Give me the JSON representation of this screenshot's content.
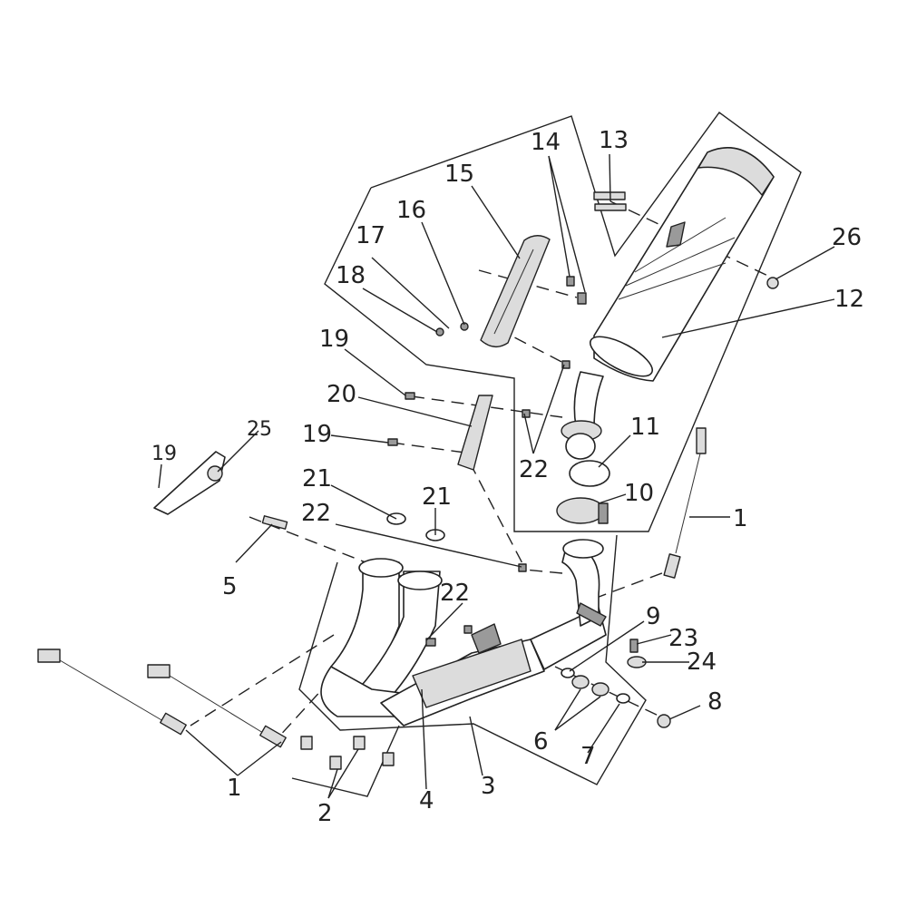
{
  "callouts": [
    {
      "id": "c13",
      "text": "13"
    },
    {
      "id": "c14",
      "text": "14"
    },
    {
      "id": "c15",
      "text": "15"
    },
    {
      "id": "c16",
      "text": "16"
    },
    {
      "id": "c17",
      "text": "17"
    },
    {
      "id": "c18",
      "text": "18"
    },
    {
      "id": "c26",
      "text": "26"
    },
    {
      "id": "c12",
      "text": "12"
    },
    {
      "id": "c19a",
      "text": "19"
    },
    {
      "id": "c20",
      "text": "20"
    },
    {
      "id": "c19b",
      "text": "19"
    },
    {
      "id": "c22a",
      "text": "22"
    },
    {
      "id": "c11",
      "text": "11"
    },
    {
      "id": "c19c",
      "text": "19"
    },
    {
      "id": "c25",
      "text": "25"
    },
    {
      "id": "c21a",
      "text": "21"
    },
    {
      "id": "c21b",
      "text": "21"
    },
    {
      "id": "c10",
      "text": "10"
    },
    {
      "id": "c22b",
      "text": "22"
    },
    {
      "id": "c1a",
      "text": "1"
    },
    {
      "id": "c5",
      "text": "5"
    },
    {
      "id": "c22c",
      "text": "22"
    },
    {
      "id": "c9",
      "text": "9"
    },
    {
      "id": "c23",
      "text": "23"
    },
    {
      "id": "c24",
      "text": "24"
    },
    {
      "id": "c8",
      "text": "8"
    },
    {
      "id": "c6",
      "text": "6"
    },
    {
      "id": "c7",
      "text": "7"
    },
    {
      "id": "c1b",
      "text": "1"
    },
    {
      "id": "c2",
      "text": "2"
    },
    {
      "id": "c4",
      "text": "4"
    },
    {
      "id": "c3",
      "text": "3"
    }
  ]
}
